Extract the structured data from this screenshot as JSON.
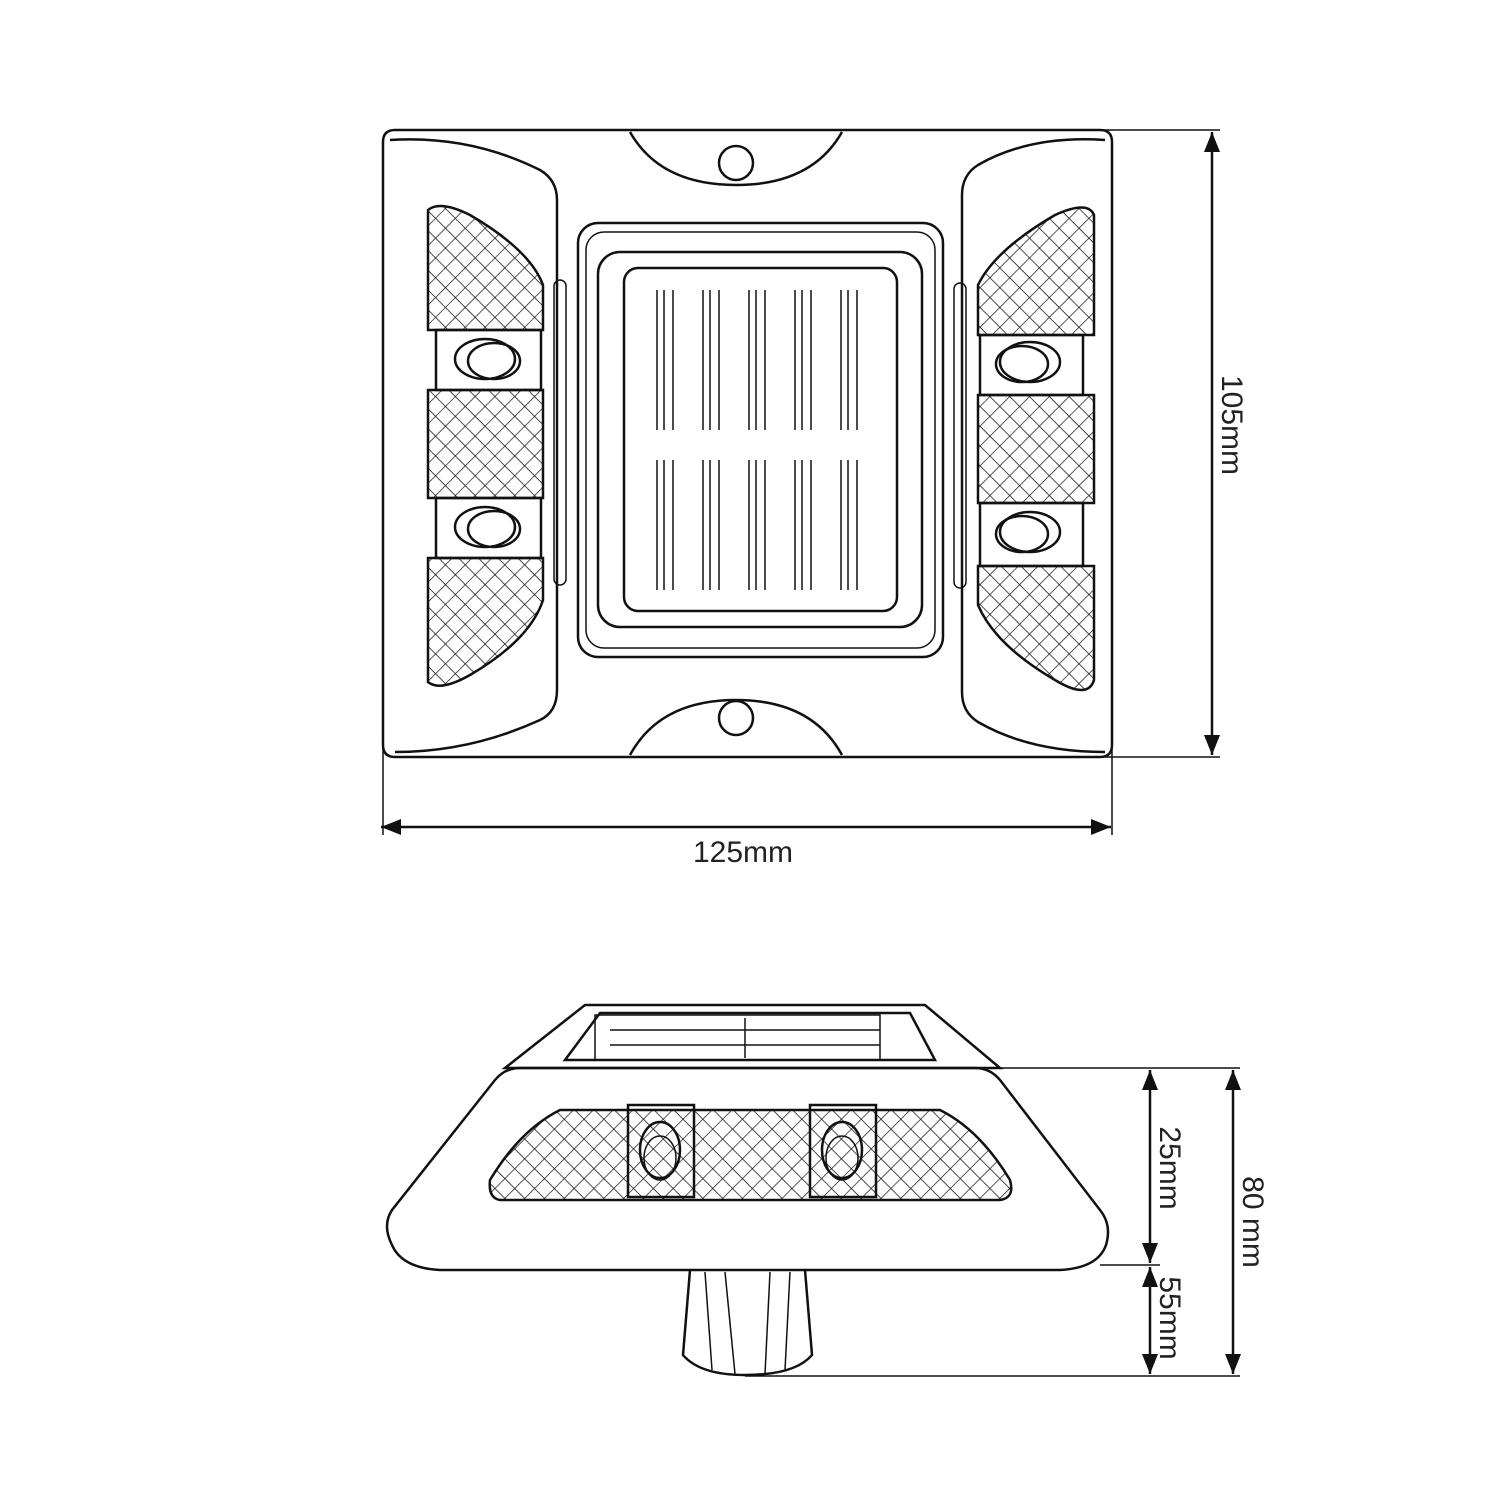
{
  "title": "Solar road stud dimension drawing",
  "top_view": {
    "width_label": "125mm",
    "depth_label": "105mm"
  },
  "side_view": {
    "body_height_label": "25mm",
    "stem_height_label": "55mm",
    "total_height_label": "80 mm"
  },
  "colors": {
    "line": "#111111",
    "background": "#ffffff"
  }
}
